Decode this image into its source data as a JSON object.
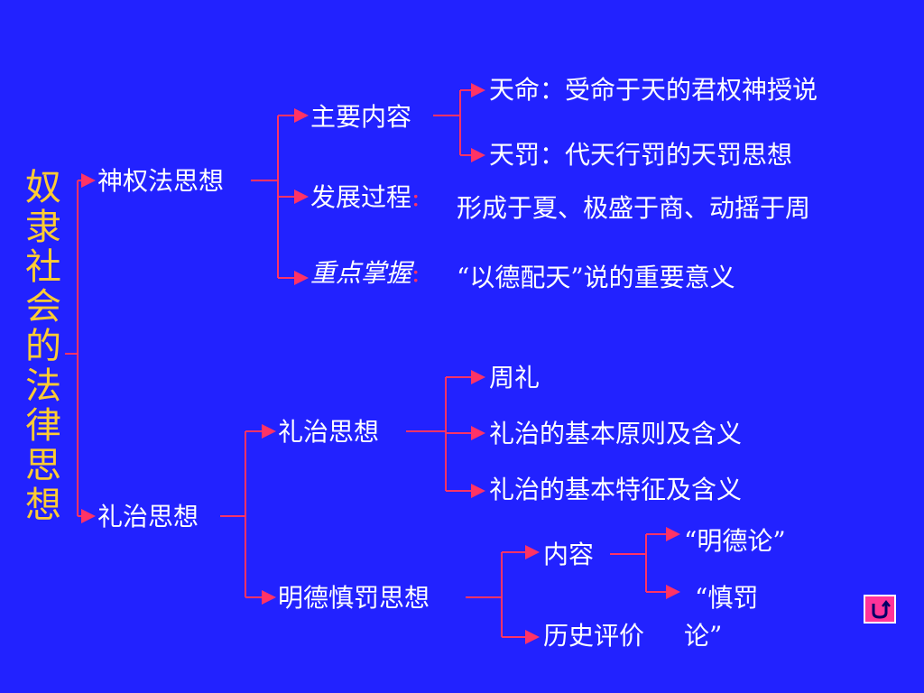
{
  "root": {
    "title": "奴隶社会的法律思想"
  },
  "branch1": {
    "label": "神权法思想",
    "main_content": {
      "label": "主要内容",
      "items": [
        "天命：受命于天的君权神授说",
        "天罚：代天行罚的天罚思想"
      ]
    },
    "development": {
      "label": "发展过程",
      "colon": ":",
      "text": "形成于夏、极盛于商、动摇于周"
    },
    "key_point": {
      "label": "重点掌握",
      "colon": ":",
      "text": "“以德配天”说的重要意义"
    }
  },
  "branch2": {
    "label": "礼治思想",
    "liz": {
      "label": "礼治思想",
      "items": [
        "周礼",
        "礼治的基本原则及含义",
        "礼治的基本特征及含义"
      ]
    },
    "mingde": {
      "label": "明德慎罚思想",
      "content": {
        "label": "内容",
        "items": [
          "“明德论”",
          "“慎罚",
          "论”"
        ]
      },
      "evaluation": {
        "label": "历史评价"
      }
    }
  },
  "colors": {
    "background": "#2222ff",
    "title": "#ffcc33",
    "line": "#ff3366",
    "text": "#ffffff"
  },
  "nav": {
    "return_icon": "return-icon"
  }
}
